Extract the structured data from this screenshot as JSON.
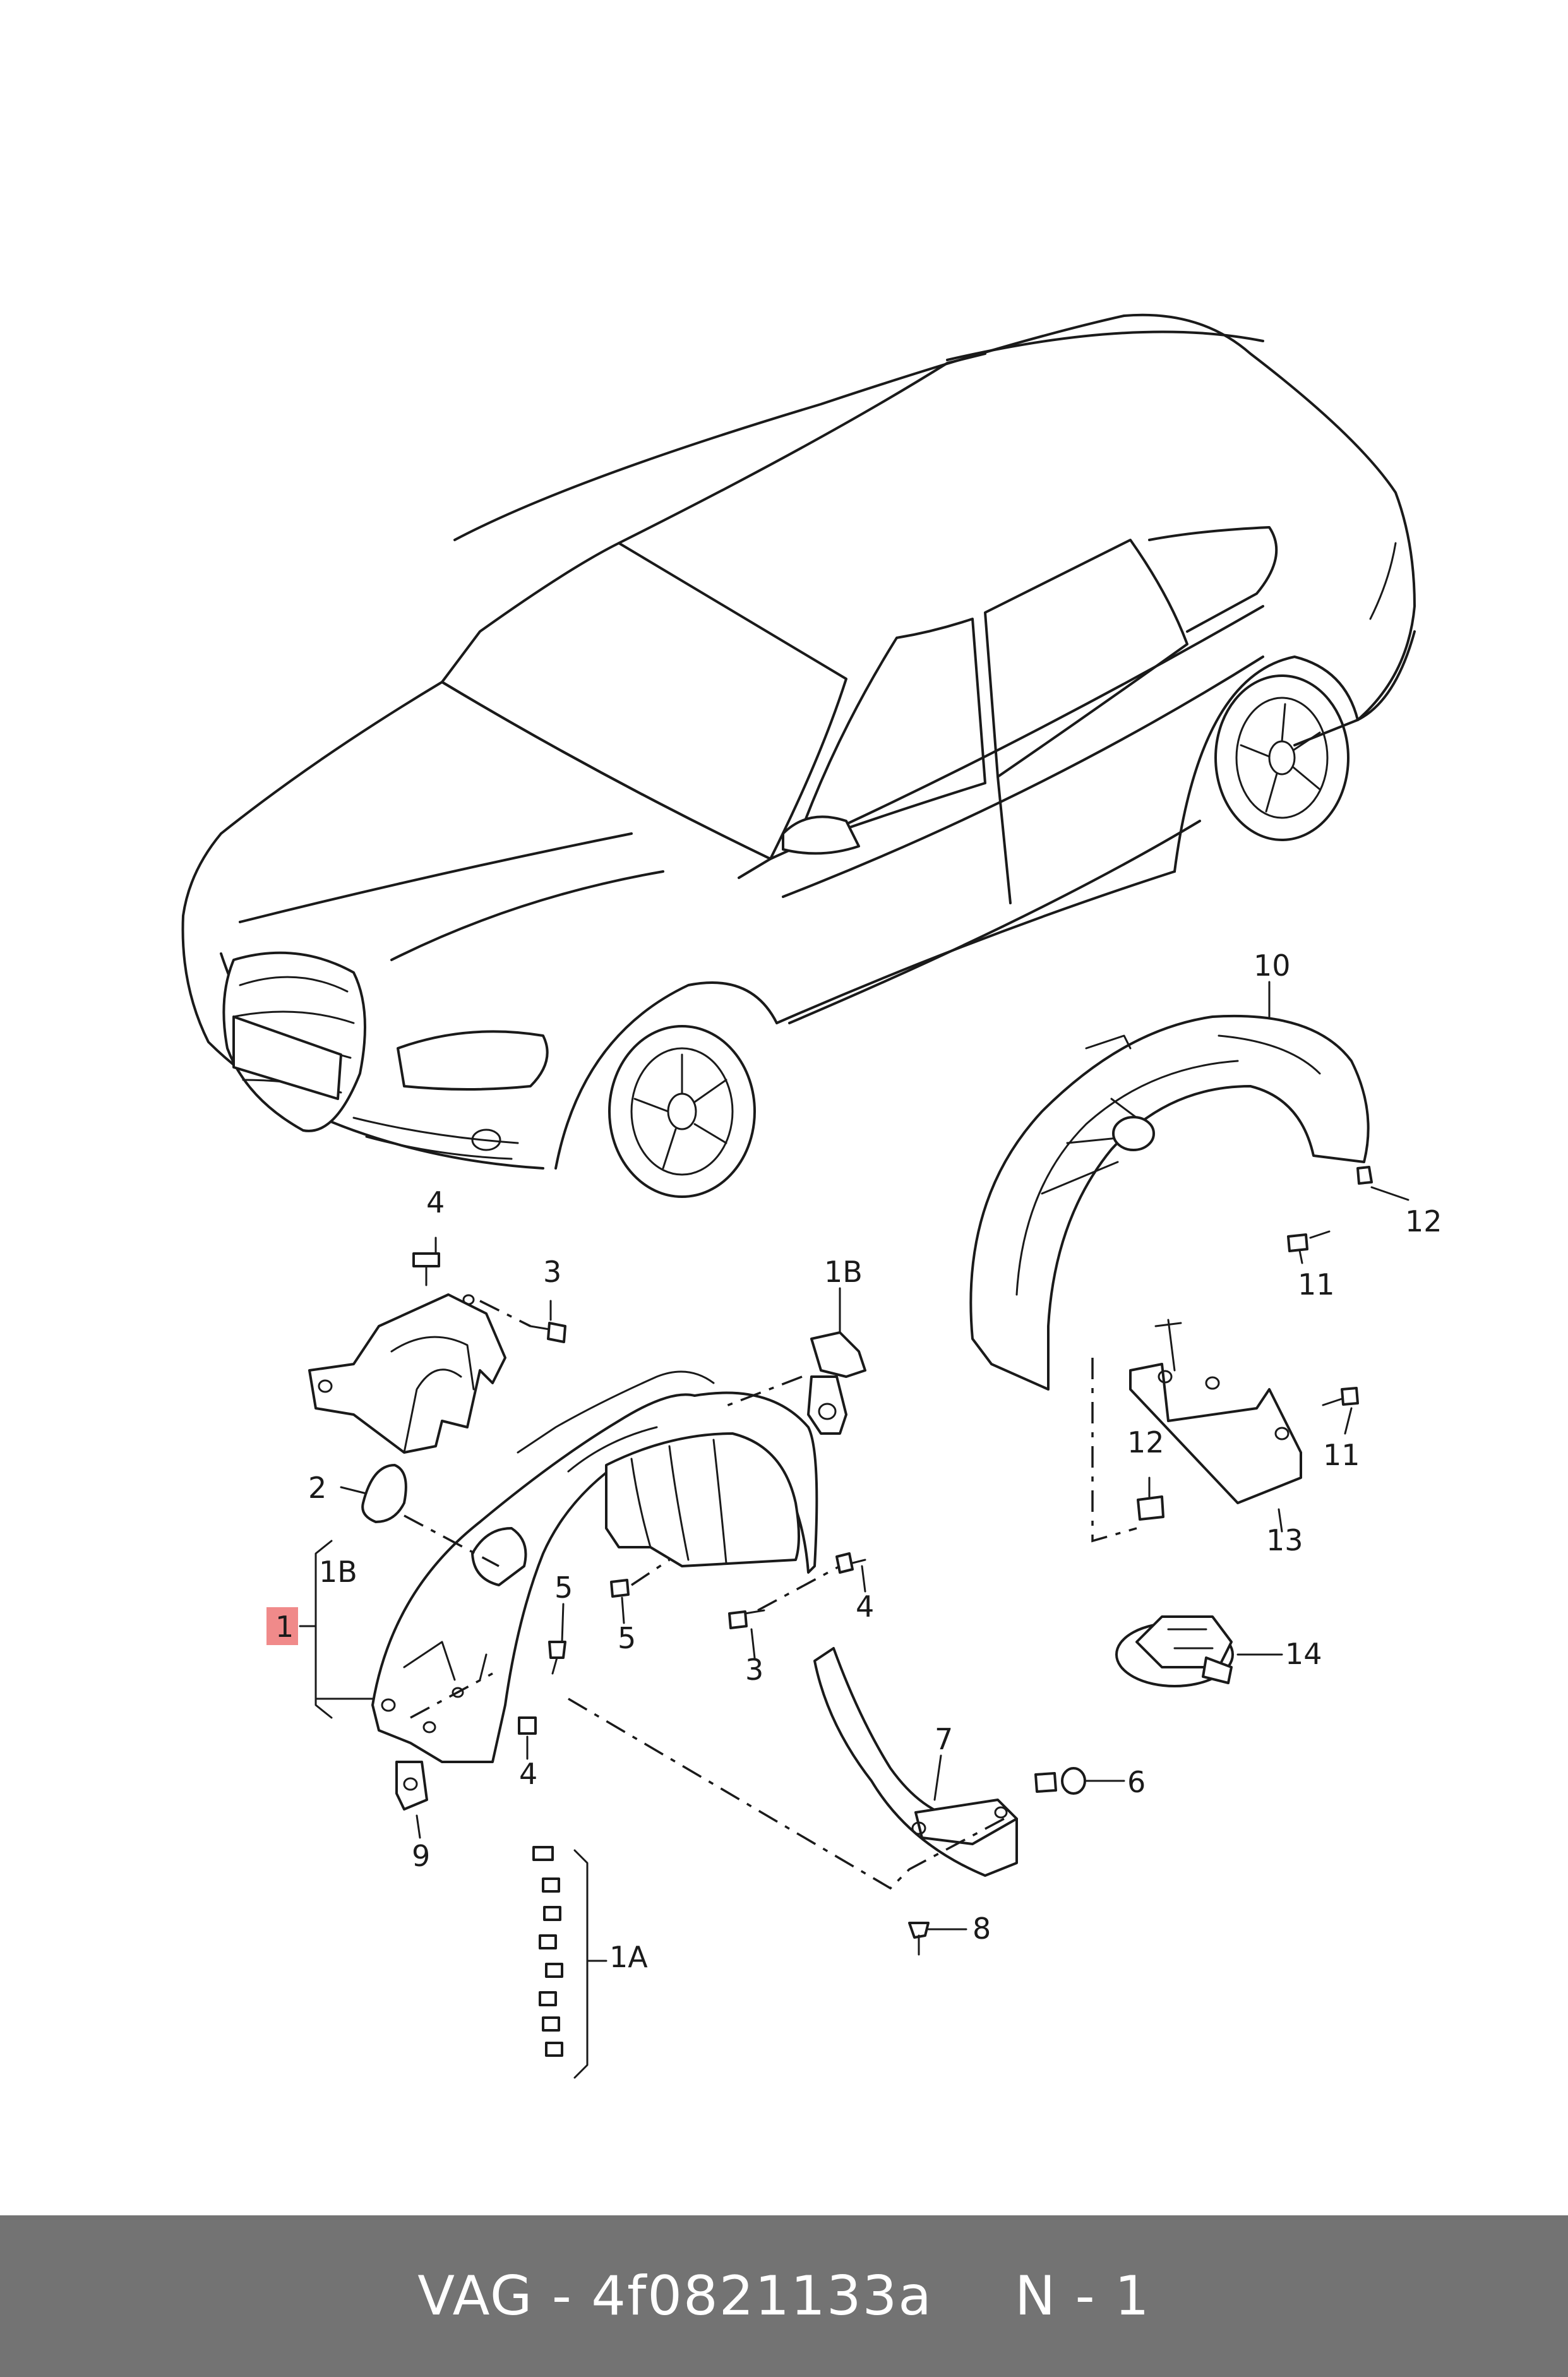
{
  "callouts": {
    "c1": "1",
    "c1A": "1A",
    "c1B_top": "1B",
    "c1B_left": "1B",
    "c2": "2",
    "c3_top": "3",
    "c3_bottom": "3",
    "c4_top": "4",
    "c4_right": "4",
    "c4_bottom": "4",
    "c5_top": "5",
    "c5_bottom": "5",
    "c6": "6",
    "c7": "7",
    "c8": "8",
    "c9": "9",
    "c10": "10",
    "c11_top": "11",
    "c11_mid": "11",
    "c12_top": "12",
    "c12_mid": "12",
    "c13": "13",
    "c14": "14"
  },
  "footer": {
    "brand": "VAG",
    "separator": "-",
    "part_number": "4f0821133a",
    "page": "N - 1"
  },
  "colors": {
    "highlight": "#f08a8a",
    "footer_bg": "#737373",
    "line": "#1a1a1a"
  }
}
